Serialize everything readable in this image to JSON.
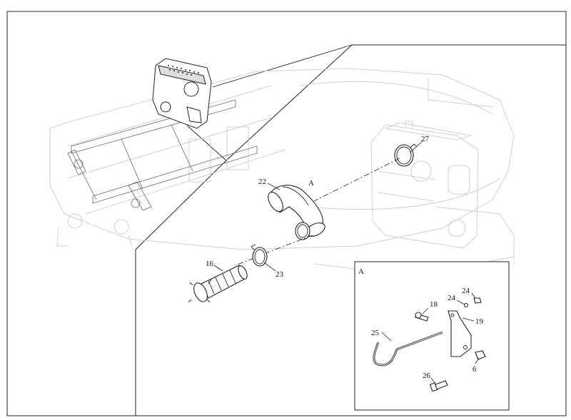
{
  "diagram": {
    "detail_view_label": "A",
    "callout_label": "A",
    "part_labels": {
      "p27": "27",
      "p22": "22",
      "p16": "16",
      "p23": "23",
      "p18": "18",
      "p24a": "24",
      "p24b": "24",
      "p19": "19",
      "p25": "25",
      "p6": "6",
      "p26": "26"
    }
  }
}
